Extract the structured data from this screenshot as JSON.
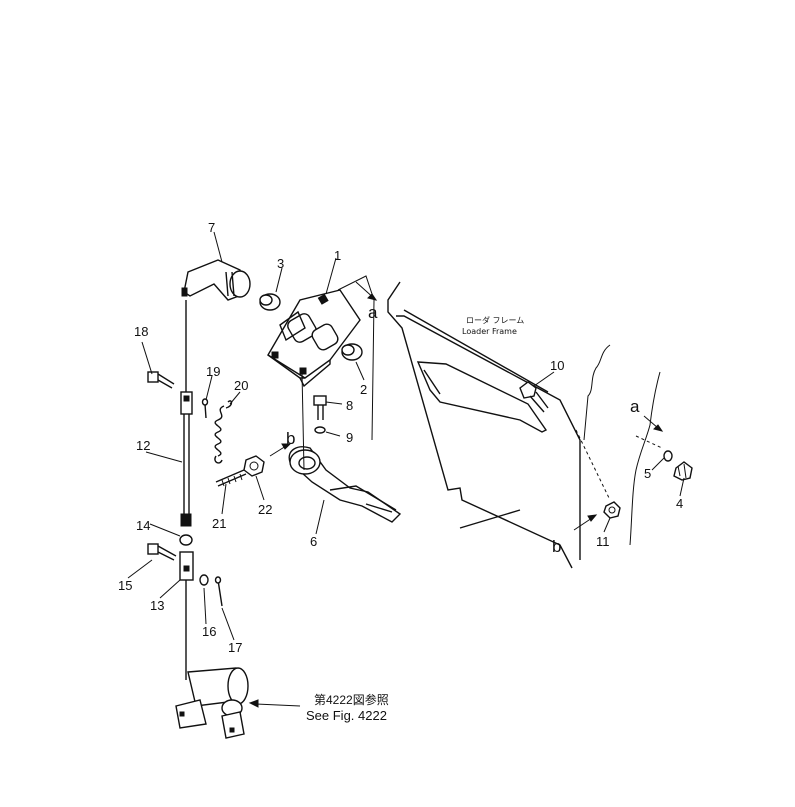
{
  "labels": {
    "frame_jp": "ローダ フレーム",
    "frame_en": "Loader Frame",
    "ref_jp": "第4222図参照",
    "ref_en": "See Fig. 4222",
    "letter_a": "a",
    "letter_b": "b"
  },
  "callouts": {
    "p1": "1",
    "p2": "2",
    "p3": "3",
    "p4": "4",
    "p5": "5",
    "p6": "6",
    "p7": "7",
    "p8": "8",
    "p9": "9",
    "p10": "10",
    "p11": "11",
    "p12": "12",
    "p13": "13",
    "p14": "14",
    "p15": "15",
    "p16": "16",
    "p17": "17",
    "p18": "18",
    "p19": "19",
    "p20": "20",
    "p21": "21",
    "p22": "22"
  }
}
